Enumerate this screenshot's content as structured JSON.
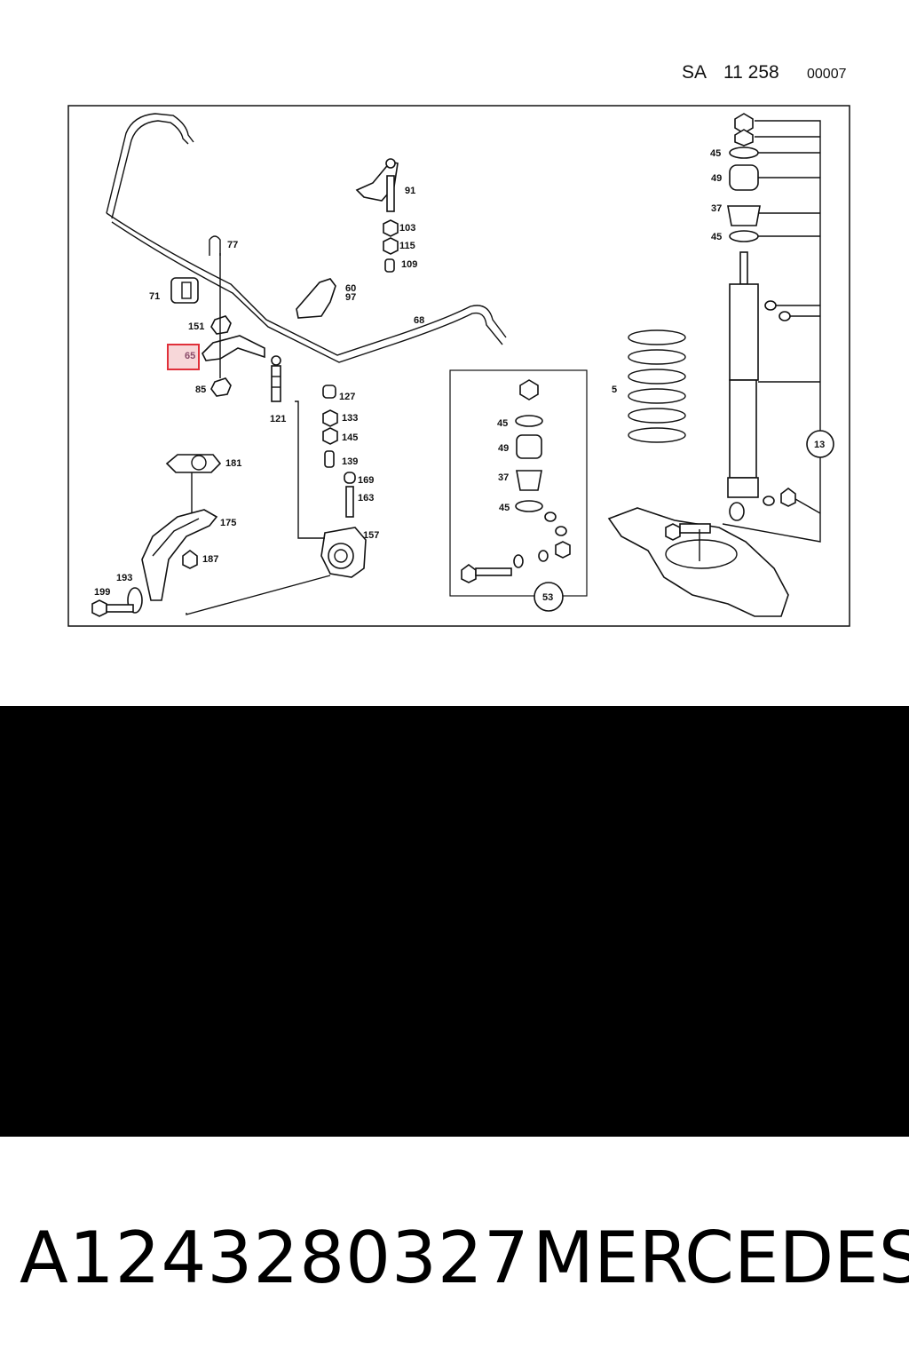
{
  "header": {
    "sa": "SA",
    "group": "11 258",
    "code": "00007"
  },
  "callouts": {
    "c77": "77",
    "c71": "71",
    "c151": "151",
    "c65": "65",
    "c85": "85",
    "c121": "121",
    "c91": "91",
    "c103": "103",
    "c115": "115",
    "c109": "109",
    "c60": "60",
    "c97": "97",
    "c68": "68",
    "c127": "127",
    "c133": "133",
    "c145": "145",
    "c139": "139",
    "c169": "169",
    "c163": "163",
    "c157": "157",
    "c181": "181",
    "c175": "175",
    "c187": "187",
    "c193": "193",
    "c199": "199",
    "k45a": "45",
    "k49a": "49",
    "k37a": "37",
    "k45b": "45",
    "c53": "53",
    "c5": "5",
    "r45a": "45",
    "r49": "49",
    "r37": "37",
    "r45b": "45",
    "c13": "13"
  },
  "highlight": {
    "callout": "65",
    "color": "#e0303a"
  },
  "footer": {
    "part_number": "A1243280327",
    "brand": "MERCEDES"
  }
}
